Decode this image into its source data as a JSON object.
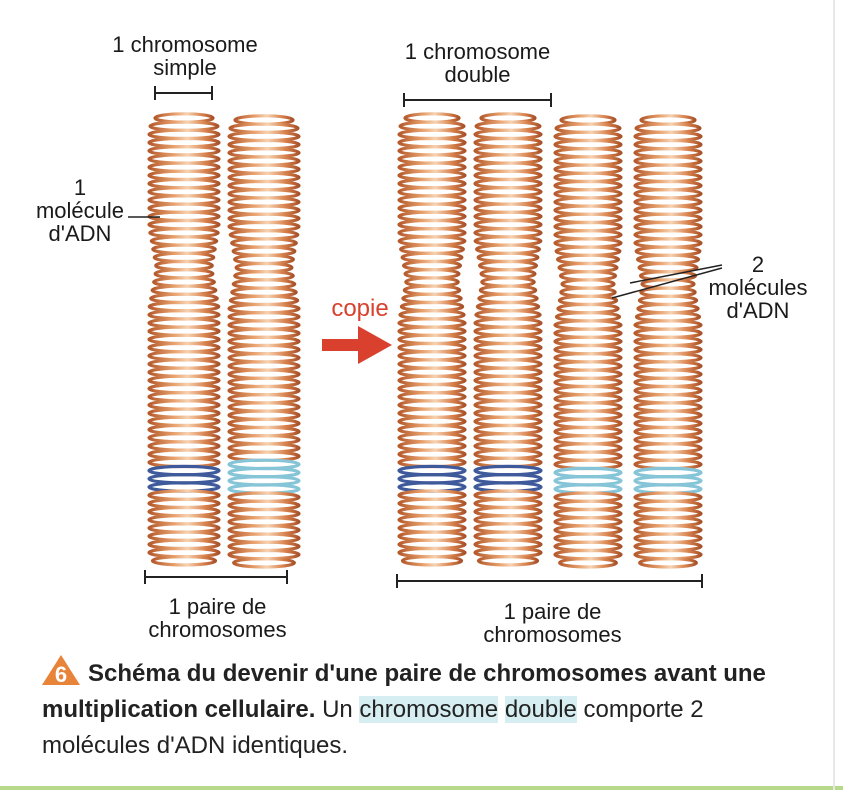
{
  "labels": {
    "simple_line1": "1 chromosome",
    "simple_line2": "simple",
    "double_line1": "1 chromosome",
    "double_line2": "double",
    "adn1_line1": "1",
    "adn1_line2": "molécule",
    "adn1_line3": "d'ADN",
    "adn2_line1": "2",
    "adn2_line2": "molécules",
    "adn2_line3": "d'ADN",
    "copie": "copie",
    "pair1_line1": "1 paire de",
    "pair1_line2": "chromosomes",
    "pair2_line1": "1 paire de",
    "pair2_line2": "chromosomes"
  },
  "caption": {
    "number": "6",
    "bold_text": "Schéma du devenir d'une paire de chromosomes avant une multiplication cellulaire.",
    "text_part1": " Un ",
    "highlight1": "chromosome",
    "highlight2": "double",
    "text_part2": " comporte 2 molécules d'ADN identiques."
  },
  "colors": {
    "coil": "#d9844f",
    "coil_dark": "#b55a2c",
    "coil_light": "#f6d2b2",
    "band_dark": "#3f5a9a",
    "band_light": "#86c4d8",
    "arrow": "#d9412e",
    "badge": "#e8833a",
    "highlight": "#d6eef2"
  }
}
